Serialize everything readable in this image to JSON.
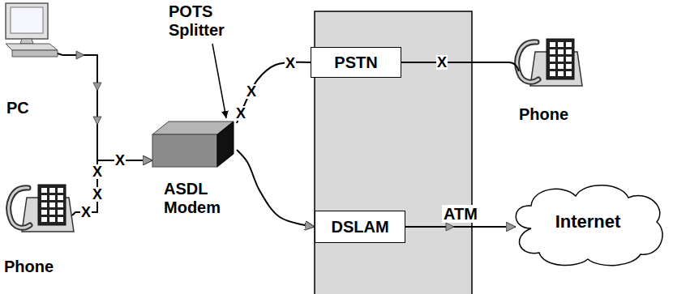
{
  "diagram": {
    "nodes": [
      {
        "text": [
          "PC"
        ]
      },
      {
        "text": [
          "Phone"
        ]
      },
      {
        "text": [
          "ASDL Modem"
        ]
      },
      {
        "text": [
          "PSTN"
        ]
      },
      {
        "text": [
          "Phone"
        ]
      },
      {
        "text": [
          "DSLAM"
        ]
      },
      {
        "text": [
          "Internet"
        ]
      }
    ],
    "edges": [
      {
        "from": 0,
        "to": 2,
        "arrow": "to"
      },
      {
        "from": 1,
        "to": 2,
        "arrow": "to"
      },
      {
        "from": 2,
        "to": 3,
        "arrow": "none"
      },
      {
        "from": 2,
        "to": 5,
        "arrow": "to"
      },
      {
        "from": 3,
        "to": 4,
        "arrow": "none"
      },
      {
        "from": 5,
        "to": 6,
        "label": "ATM",
        "arrow": "to"
      }
    ],
    "labels": [
      "POTS Splitter",
      "X",
      "X",
      "X",
      "X",
      "X",
      "X",
      "X",
      "X"
    ]
  }
}
